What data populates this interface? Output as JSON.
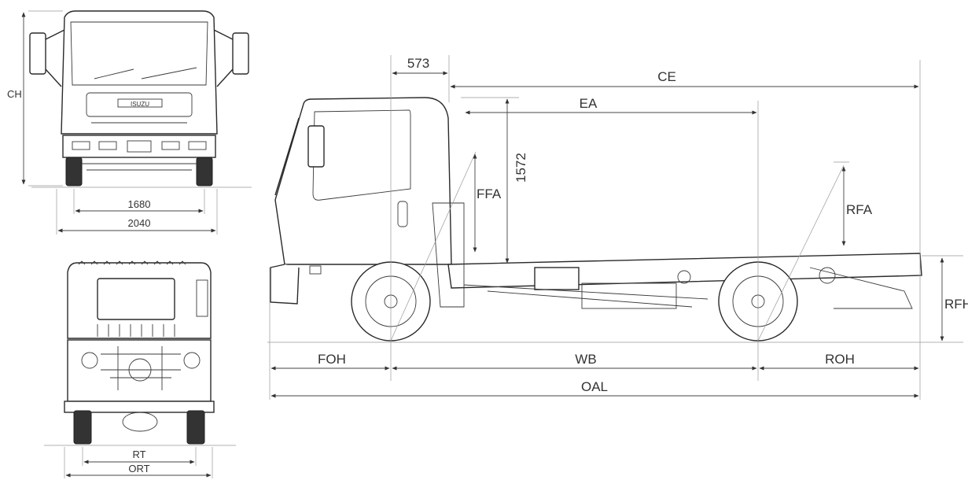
{
  "labels": {
    "ch": "CH",
    "track_1680": "1680",
    "width_2040": "2040",
    "rt": "RT",
    "ort": "ORT",
    "cab_573": "573",
    "ce": "CE",
    "ea": "EA",
    "h_1572": "1572",
    "ffa": "FFA",
    "rfa": "RFA",
    "rfh": "RFH",
    "foh": "FOH",
    "wb": "WB",
    "roh": "ROH",
    "oal": "OAL"
  },
  "brand_badge": "ISUZU"
}
